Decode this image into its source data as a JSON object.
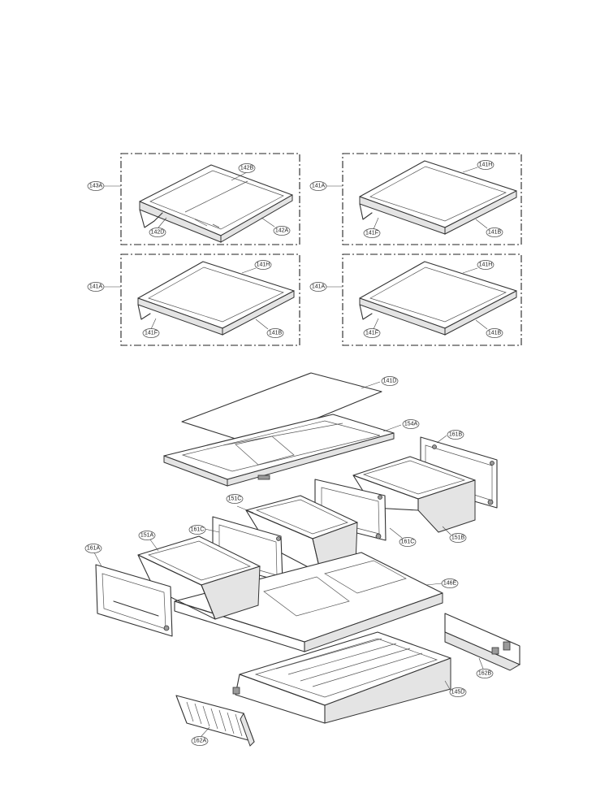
{
  "callouts": {
    "box1_assembly": "143A",
    "box1_insert": "142B",
    "box1_left_piece": "142D",
    "box1_right_piece": "142A",
    "box2_assembly": "141A",
    "box2_glass": "141H",
    "box2_front": "141F",
    "box2_frame": "141B",
    "box3_assembly": "141A",
    "box3_glass": "141H",
    "box3_front": "141F",
    "box3_frame": "141B",
    "box4_assembly": "141A",
    "box4_glass": "141H",
    "box4_front": "141F",
    "box4_frame": "141B",
    "glass_panel": "141D",
    "crisper_cover": "154A",
    "right_end_cap": "161B",
    "middle_divider_right": "161C",
    "right_drawer": "151B",
    "middle_drawer": "151C",
    "middle_divider_left": "161C",
    "left_drawer": "151A",
    "left_end_cap": "161A",
    "drawer_tray": "146E",
    "slide_rail_right": "162B",
    "bottom_pan": "145D",
    "slide_rail_left": "162A"
  }
}
